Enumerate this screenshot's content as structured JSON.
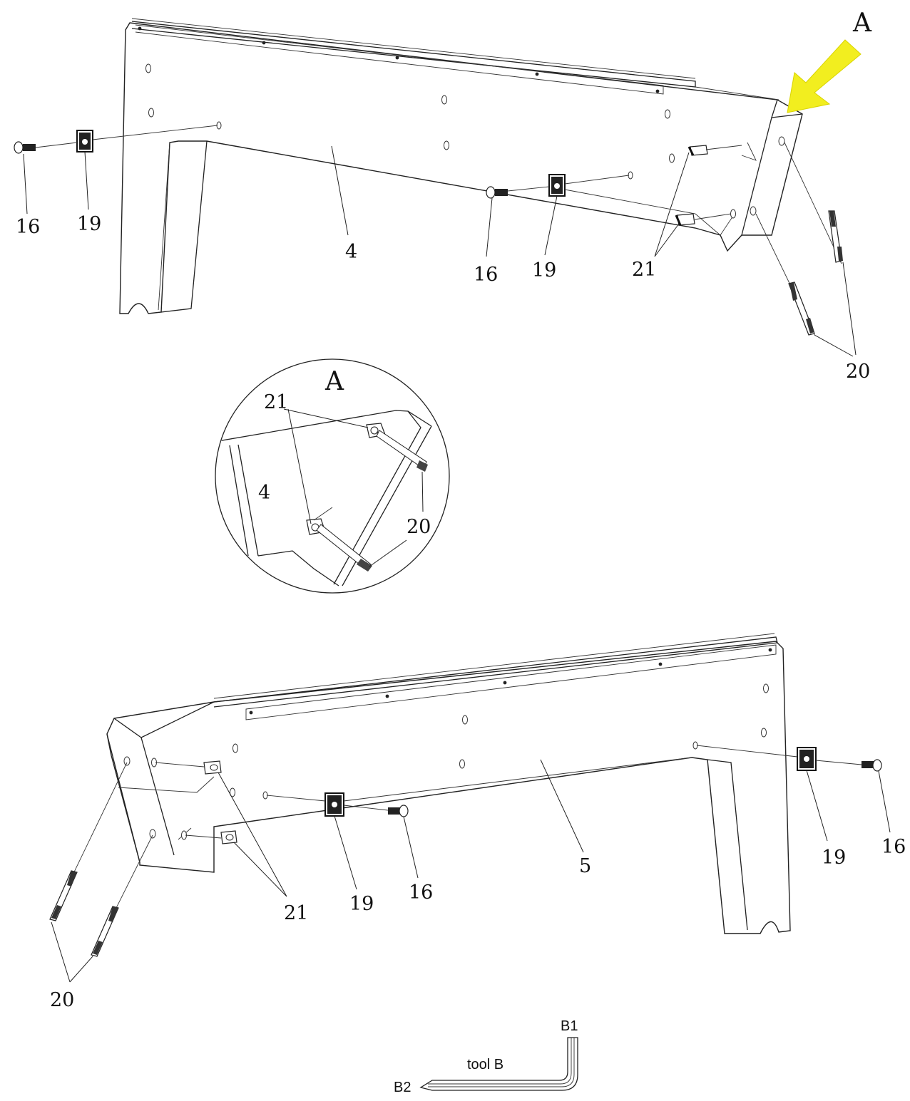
{
  "labels": {
    "view_a_top": "A",
    "view_a_detail": "A",
    "top": {
      "screw_left": "16",
      "nut_left": "19",
      "panel": "4",
      "screw_mid": "16",
      "nut_mid": "19",
      "dowel": "21",
      "bolts": "20"
    },
    "detail": {
      "dowel": "21",
      "panel": "4",
      "bolts": "20"
    },
    "bottom": {
      "bolts": "20",
      "dowel": "21",
      "nut_mid": "19",
      "screw_mid": "16",
      "panel": "5",
      "nut_right": "19",
      "screw_right": "16"
    },
    "tool": {
      "name": "tool B",
      "end1": "B1",
      "end2": "B2"
    }
  },
  "colors": {
    "arrow": "#f2ee1f",
    "line": "#222222"
  }
}
